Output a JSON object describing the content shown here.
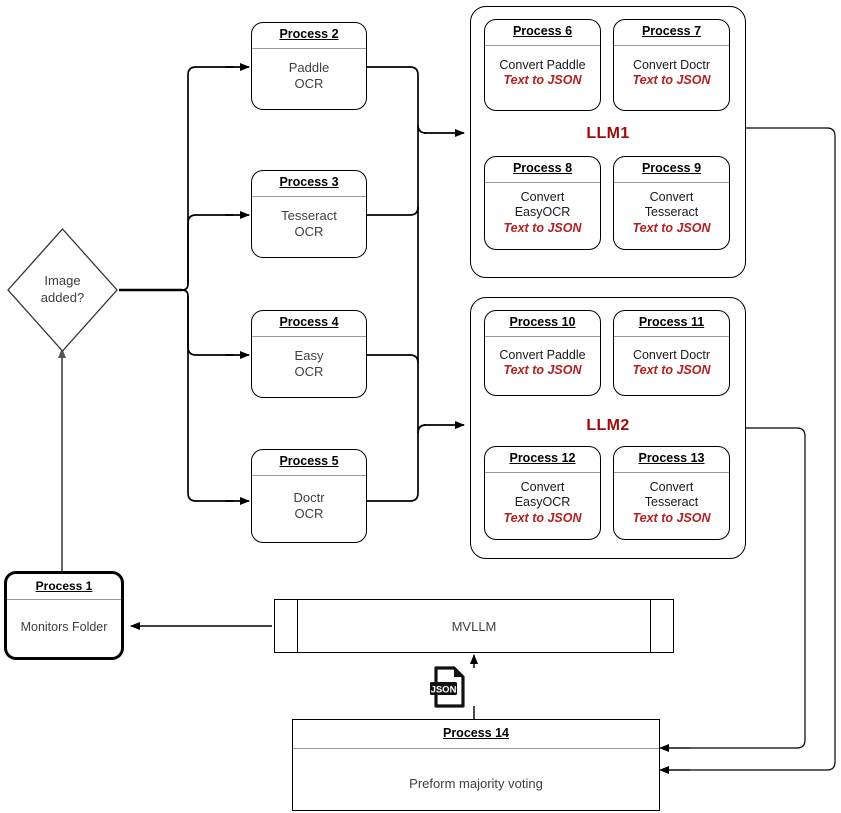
{
  "diagram": {
    "title": "OCR multi-model majority-voting pipeline flowchart",
    "colors": {
      "llm_caption_red": "#9d0b0b",
      "json_text_red": "#b32020",
      "body_gray": "#3f3f3f",
      "line_black": "#000000",
      "rule_gray": "#9a9a9a"
    }
  },
  "decision": {
    "line1": "Image",
    "line2": "added?"
  },
  "process1": {
    "header": "Process 1",
    "body": "Monitors Folder"
  },
  "ocr_nodes": [
    {
      "header": "Process 2",
      "line1": "Paddle",
      "line2": "OCR"
    },
    {
      "header": "Process 3",
      "line1": "Tesseract",
      "line2": "OCR"
    },
    {
      "header": "Process 4",
      "line1": "Easy",
      "line2": "OCR"
    },
    {
      "header": "Process 5",
      "line1": "Doctr",
      "line2": "OCR"
    }
  ],
  "llm1": {
    "caption": "LLM1",
    "nodes": [
      {
        "header": "Process 6",
        "line1": "Convert Paddle",
        "line2": "",
        "json": "Text to JSON"
      },
      {
        "header": "Process 7",
        "line1": "Convert Doctr",
        "line2": "",
        "json": "Text to JSON"
      },
      {
        "header": "Process 8",
        "line1": "Convert",
        "line2": "EasyOCR",
        "json": "Text to JSON"
      },
      {
        "header": "Process 9",
        "line1": "Convert",
        "line2": "Tesseract",
        "json": "Text to JSON"
      }
    ]
  },
  "llm2": {
    "caption": "LLM2",
    "nodes": [
      {
        "header": "Process 10",
        "line1": "Convert Paddle",
        "line2": "",
        "json": "Text to JSON"
      },
      {
        "header": "Process 11",
        "line1": "Convert Doctr",
        "line2": "",
        "json": "Text to JSON"
      },
      {
        "header": "Process 12",
        "line1": "Convert",
        "line2": "EasyOCR",
        "json": "Text to JSON"
      },
      {
        "header": "Process 13",
        "line1": "Convert",
        "line2": "Tesseract",
        "json": "Text to JSON"
      }
    ]
  },
  "mvllm": {
    "label": "MVLLM"
  },
  "json_artifact": {
    "label": "JSON",
    "icon": "json-file-icon"
  },
  "process14": {
    "header": "Process 14",
    "body": "Preform majority voting"
  }
}
